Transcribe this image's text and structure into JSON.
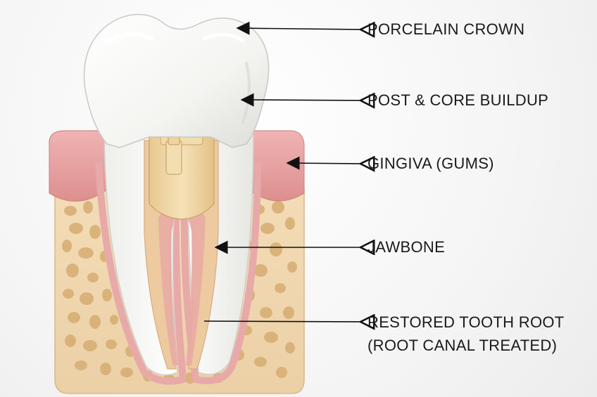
{
  "labels": {
    "crown": "PORCELAIN CROWN",
    "post_core": "POST & CORE BUILDUP",
    "gingiva": "GINGIVA (GUMS)",
    "jawbone": "JAWBONE",
    "root_line1": "RESTORED TOOTH ROOT",
    "root_line2": "(ROOT CANAL TREATED)"
  },
  "colors": {
    "crown": "#f8f8f6",
    "gum": "#e8a5a5",
    "bone": "#f0d7b0",
    "bone_pore": "#d9b37c",
    "root_inner": "#ecc9a0",
    "post": "#f2d9a8",
    "arrow": "#111111"
  }
}
